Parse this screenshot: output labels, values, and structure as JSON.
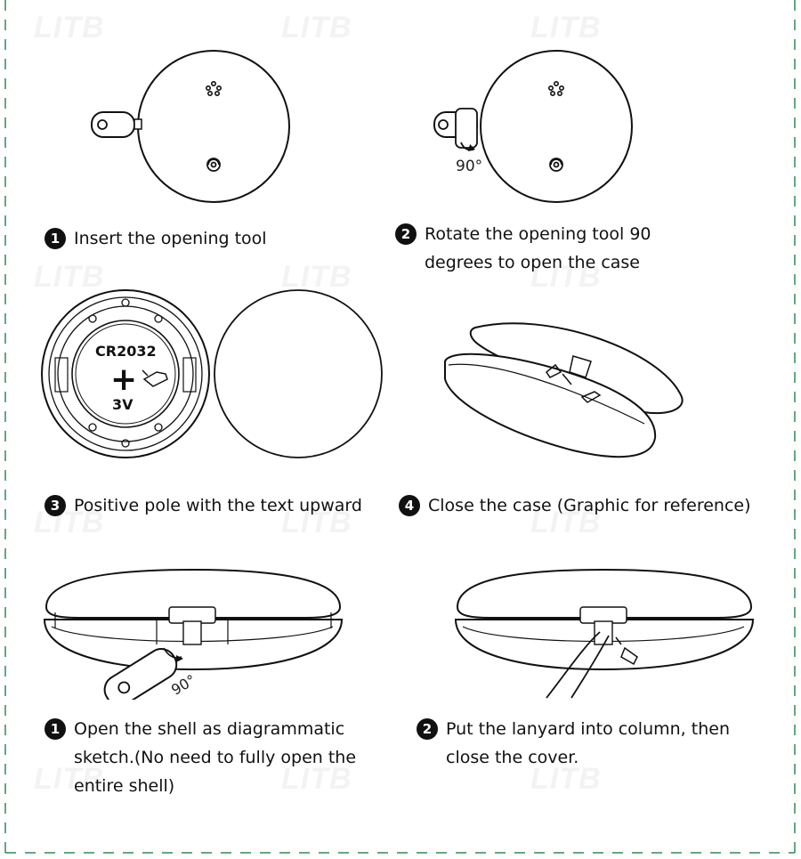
{
  "watermark": "LITB",
  "steps_top": [
    {
      "number": "1",
      "text": "Insert the opening tool"
    },
    {
      "number": "2",
      "text": "Rotate the opening tool 90\ndegrees to open the case"
    },
    {
      "number": "3",
      "text": "Positive pole with the text upward"
    },
    {
      "number": "4",
      "text": "Close the case (Graphic for reference)"
    }
  ],
  "steps_bottom": [
    {
      "number": "1",
      "text": "Open the shell as diagrammatic\nsketch.(No need to fully open the\nentire shell)"
    },
    {
      "number": "2",
      "text": "Put the lanyard into column, then\nclose the cover."
    }
  ],
  "labels": {
    "rotation_angle": "90°",
    "battery_model": "CR2032",
    "battery_voltage": "3V",
    "positive_sign": "+"
  },
  "colors": {
    "border_dash": "#2e8b57",
    "ink": "#111111"
  }
}
